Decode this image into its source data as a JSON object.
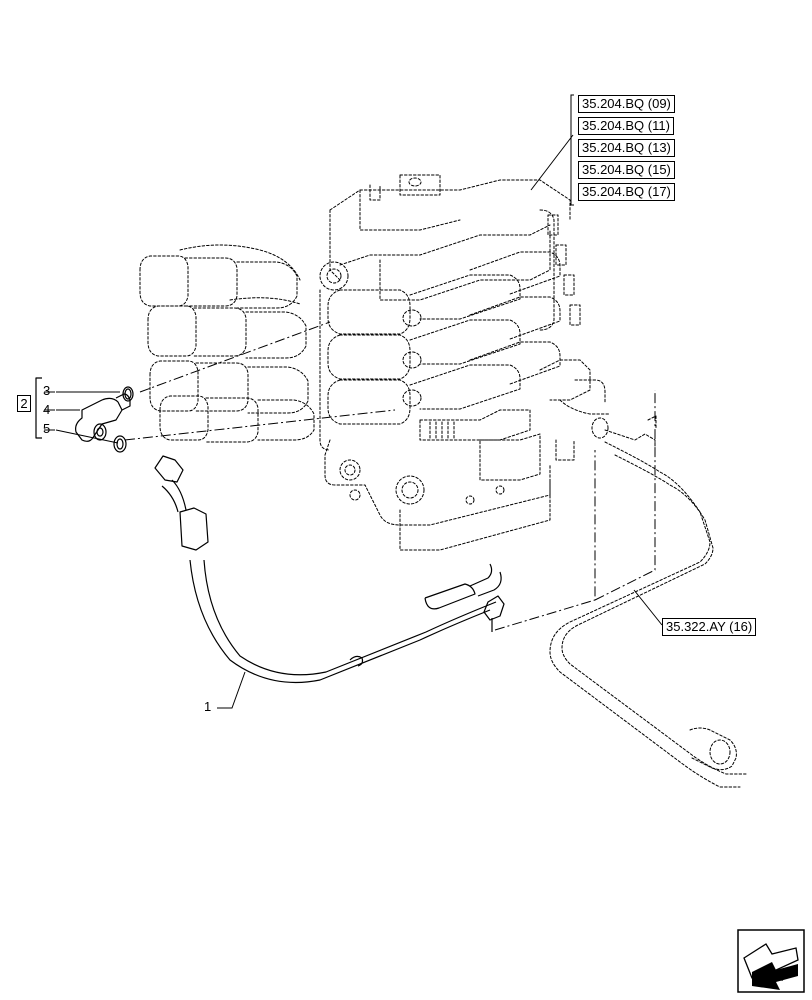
{
  "references": {
    "valve_refs": [
      "35.204.BQ (09)",
      "35.204.BQ (11)",
      "35.204.BQ (13)",
      "35.204.BQ (15)",
      "35.204.BQ (17)"
    ],
    "pipe_ref": "35.322.AY (16)"
  },
  "callouts": {
    "group": "2",
    "part_3": "3",
    "part_4": "4",
    "part_5": "5",
    "part_1": "1"
  },
  "nav_icon": "next-page-arrow-icon"
}
